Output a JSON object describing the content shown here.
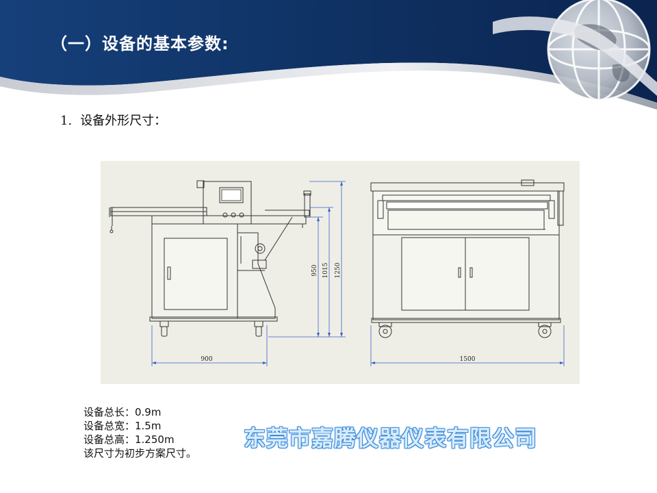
{
  "slide": {
    "title": "（一）设备的基本参数:",
    "section": {
      "number": "1.",
      "title": "设备外形尺寸："
    }
  },
  "drawing": {
    "side_view": {
      "width": "900",
      "heights": [
        "950",
        "1015",
        "1250"
      ]
    },
    "front_view": {
      "width": "1500"
    }
  },
  "specs": [
    "设备总长：0.9m",
    "设备总宽：1.5m",
    "设备总高：1.250m",
    "该尺寸为初步方案尺寸。"
  ],
  "watermark": "东莞市嘉腾仪器仪表有限公司",
  "colors": {
    "header_dark": "#0d2a57",
    "header_mid": "#1f4e8c",
    "drawing_bg": "#eeeee6",
    "dimension_blue": "#3a5fc8",
    "watermark_fill": "#d7ebfb",
    "watermark_outline": "#3b8ad8"
  }
}
